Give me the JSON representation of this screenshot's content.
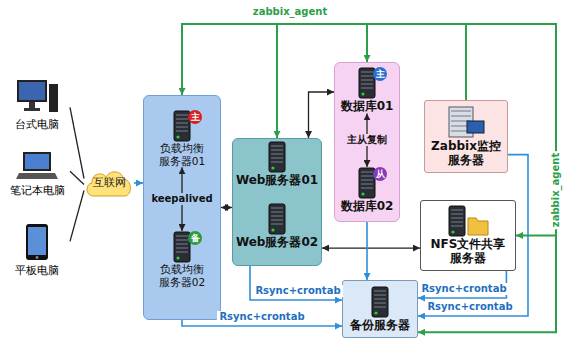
{
  "diagram": {
    "nodes": [
      {
        "text": [
          "台式电脑"
        ]
      },
      {
        "text": [
          "笔记本电脑"
        ]
      },
      {
        "text": [
          "平板电脑"
        ]
      },
      {
        "text": [
          "互联网"
        ]
      },
      {
        "text": []
      },
      {
        "text": [
          "主",
          "负载均衡服务器01"
        ],
        "in": 4
      },
      {
        "text": [
          "备",
          "负载均衡服务器02"
        ],
        "in": 4
      },
      {
        "text": []
      },
      {
        "text": [
          "Web服务器01"
        ],
        "in": 7
      },
      {
        "text": [
          "Web服务器02"
        ],
        "in": 7
      },
      {
        "text": []
      },
      {
        "text": [
          "主",
          "数据库01"
        ],
        "in": 10
      },
      {
        "text": [
          "从",
          "数据库02"
        ],
        "in": 10
      },
      {
        "text": [
          "Zabbix监控服务器"
        ]
      },
      {
        "text": [
          "NFS文件共享服务器"
        ]
      },
      {
        "text": [
          "备份服务器"
        ]
      }
    ],
    "edges": [
      {
        "from": 0,
        "to": 3,
        "arrow": "none"
      },
      {
        "from": 1,
        "to": 3,
        "arrow": "none"
      },
      {
        "from": 2,
        "to": 3,
        "arrow": "none"
      },
      {
        "from": 3,
        "to": 4,
        "arrow": "to"
      },
      {
        "from": 5,
        "to": 6,
        "arrow": "both",
        "label": "keepalived"
      },
      {
        "from": 4,
        "to": 7,
        "arrow": "both"
      },
      {
        "from": 7,
        "to": 10,
        "arrow": "both"
      },
      {
        "from": 11,
        "to": 12,
        "arrow": "both",
        "label": "主从复制"
      },
      {
        "from": 7,
        "to": 14,
        "arrow": "both"
      },
      {
        "from": 7,
        "to": 15,
        "arrow": "to",
        "label": "Rsync+crontab"
      },
      {
        "from": 4,
        "to": 15,
        "arrow": "to",
        "label": "Rsync+crontab"
      },
      {
        "from": 10,
        "to": 15,
        "arrow": "to"
      },
      {
        "from": 14,
        "to": 15,
        "arrow": "to",
        "label": "Rsync+crontab"
      },
      {
        "from": 13,
        "to": 15,
        "arrow": "to",
        "label": "Rsync+crontab"
      },
      {
        "from": 13,
        "to": 4,
        "arrow": "to",
        "label": "zabbix_agent"
      },
      {
        "from": 13,
        "to": 7,
        "arrow": "to"
      },
      {
        "from": 13,
        "to": 10,
        "arrow": "to"
      },
      {
        "from": 13,
        "to": 14,
        "arrow": "to"
      },
      {
        "from": 13,
        "to": 15,
        "arrow": "to",
        "label": "zabbix_agent"
      }
    ]
  }
}
